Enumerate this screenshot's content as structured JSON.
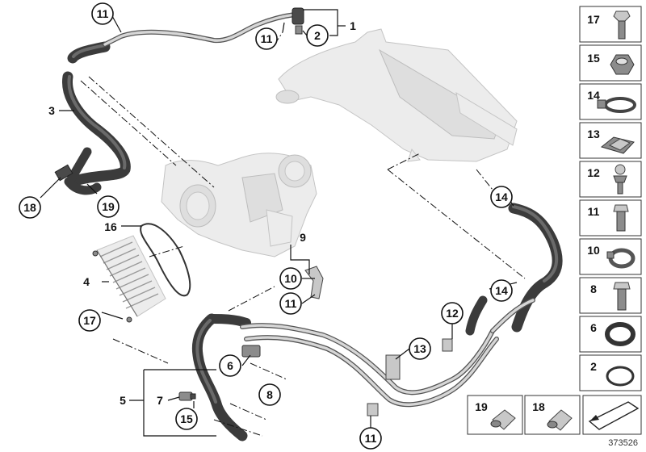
{
  "diagram": {
    "callouts": [
      {
        "id": "c11a",
        "label": "11"
      },
      {
        "id": "c11b",
        "label": "11"
      },
      {
        "id": "c2",
        "label": "2"
      },
      {
        "id": "c18",
        "label": "18"
      },
      {
        "id": "c19",
        "label": "19"
      },
      {
        "id": "c14a",
        "label": "14"
      },
      {
        "id": "c14b",
        "label": "14"
      },
      {
        "id": "c17",
        "label": "17"
      },
      {
        "id": "c10",
        "label": "10"
      },
      {
        "id": "c11c",
        "label": "11"
      },
      {
        "id": "c12",
        "label": "12"
      },
      {
        "id": "c13",
        "label": "13"
      },
      {
        "id": "c6",
        "label": "6"
      },
      {
        "id": "c8",
        "label": "8"
      },
      {
        "id": "c15",
        "label": "15"
      },
      {
        "id": "c11d",
        "label": "11"
      }
    ],
    "plain_labels": [
      {
        "id": "l1",
        "label": "1"
      },
      {
        "id": "l3",
        "label": "3"
      },
      {
        "id": "l16",
        "label": "16"
      },
      {
        "id": "l4",
        "label": "4"
      },
      {
        "id": "l9",
        "label": "9"
      },
      {
        "id": "l5",
        "label": "5"
      },
      {
        "id": "l7",
        "label": "7"
      }
    ],
    "legend": [
      {
        "label": "17",
        "part": "flange-bolt"
      },
      {
        "label": "15",
        "part": "hex-nut"
      },
      {
        "label": "14",
        "part": "hose-clamp"
      },
      {
        "label": "13",
        "part": "clip-nut"
      },
      {
        "label": "12",
        "part": "ball-stud"
      },
      {
        "label": "11",
        "part": "hex-bolt"
      },
      {
        "label": "10",
        "part": "spring-clamp"
      },
      {
        "label": "8",
        "part": "bolt"
      },
      {
        "label": "6",
        "part": "seal-ring"
      },
      {
        "label": "2",
        "part": "o-ring"
      }
    ],
    "bottom_legend": [
      {
        "label": "19",
        "part": "hose-coupling"
      },
      {
        "label": "18",
        "part": "hose-coupling"
      }
    ],
    "reference_number": "373526",
    "corner_icon": "arrow-sheet-icon"
  }
}
